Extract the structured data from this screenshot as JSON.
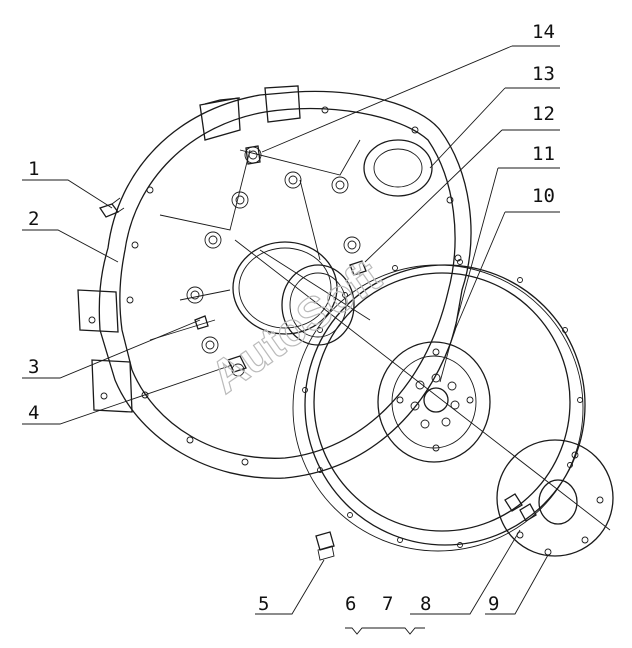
{
  "watermark": "AutoSoft",
  "callouts": [
    "1",
    "2",
    "3",
    "4",
    "5",
    "6",
    "7",
    "8",
    "9",
    "10",
    "11",
    "12",
    "13",
    "14"
  ]
}
